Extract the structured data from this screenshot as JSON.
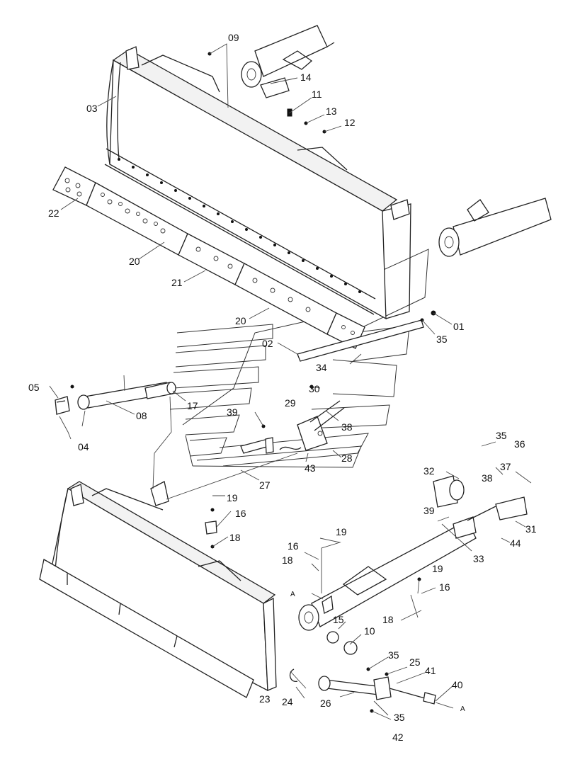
{
  "diagram": {
    "labels": {
      "p01": "01",
      "p02": "02",
      "p03": "03",
      "p04": "04",
      "p05": "05",
      "p08": "08",
      "p09": "09",
      "p10": "10",
      "p11": "11",
      "p12": "12",
      "p13": "13",
      "p14": "14",
      "p15": "15",
      "p16a": "16",
      "p16b": "16",
      "p16c": "16",
      "p17": "17",
      "p18a": "18",
      "p18b": "18",
      "p18c": "18",
      "p19a": "19",
      "p19b": "19",
      "p19c": "19",
      "p20a": "20",
      "p20b": "20",
      "p21": "21",
      "p22": "22",
      "p23": "23",
      "p24": "24",
      "p25": "25",
      "p26": "26",
      "p27": "27",
      "p28": "28",
      "p29": "29",
      "p30": "30",
      "p31": "31",
      "p32": "32",
      "p33": "33",
      "p34": "34",
      "p35a": "35",
      "p35b": "35",
      "p35c": "35",
      "p35d": "35",
      "p36": "36",
      "p37": "37",
      "p38a": "38",
      "p38b": "38",
      "p39a": "39",
      "p39b": "39",
      "p40": "40",
      "p41": "41",
      "p42": "42",
      "p43": "43",
      "p44": "44",
      "markA1": "A",
      "markA2": "A"
    }
  }
}
